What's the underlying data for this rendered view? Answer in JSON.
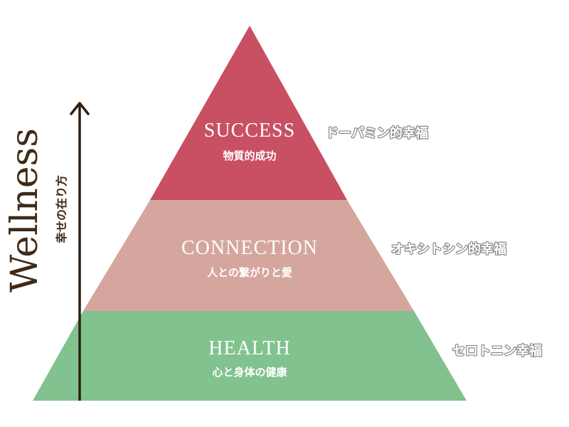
{
  "axis": {
    "title": "Wellness",
    "subtitle": "幸せの在り方"
  },
  "tiers": {
    "top": {
      "title": "SUCCESS",
      "subtitle": "物質的成功",
      "side_label": "ドーパミン的幸福",
      "color": "#c94f63"
    },
    "middle": {
      "title": "CONNECTION",
      "subtitle": "人との繋がりと愛",
      "side_label": "オキシトシン的幸福",
      "color": "#d5a69d"
    },
    "bottom": {
      "title": "HEALTH",
      "subtitle": "心と身体の健康",
      "side_label": "セロトニン幸福",
      "color": "#81c28e"
    }
  },
  "colors": {
    "arrow": "#2e1f12",
    "axis_text": "#3d2a18"
  }
}
